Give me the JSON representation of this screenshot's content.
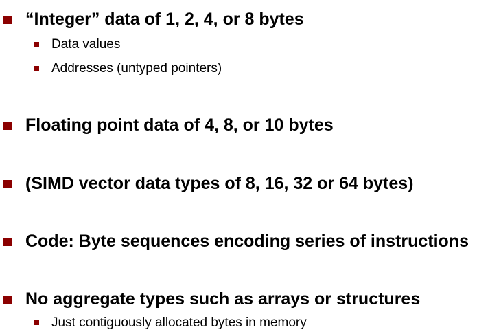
{
  "colors": {
    "bullet": "#8b0000",
    "text": "#000000",
    "background": "#ffffff"
  },
  "bullets": [
    {
      "text": "“Integer” data of 1, 2, 4, or 8 bytes",
      "subitems": [
        "Data values",
        "Addresses (untyped pointers)"
      ]
    },
    {
      "text": "Floating point data of 4, 8, or 10 bytes",
      "subitems": []
    },
    {
      "text": "(SIMD vector data types of 8, 16, 32 or 64 bytes)",
      "subitems": []
    },
    {
      "text": "Code: Byte sequences encoding series of instructions",
      "subitems": []
    },
    {
      "text": "No aggregate types such as arrays or structures",
      "subitems": [
        "Just contiguously allocated bytes in memory"
      ]
    }
  ]
}
